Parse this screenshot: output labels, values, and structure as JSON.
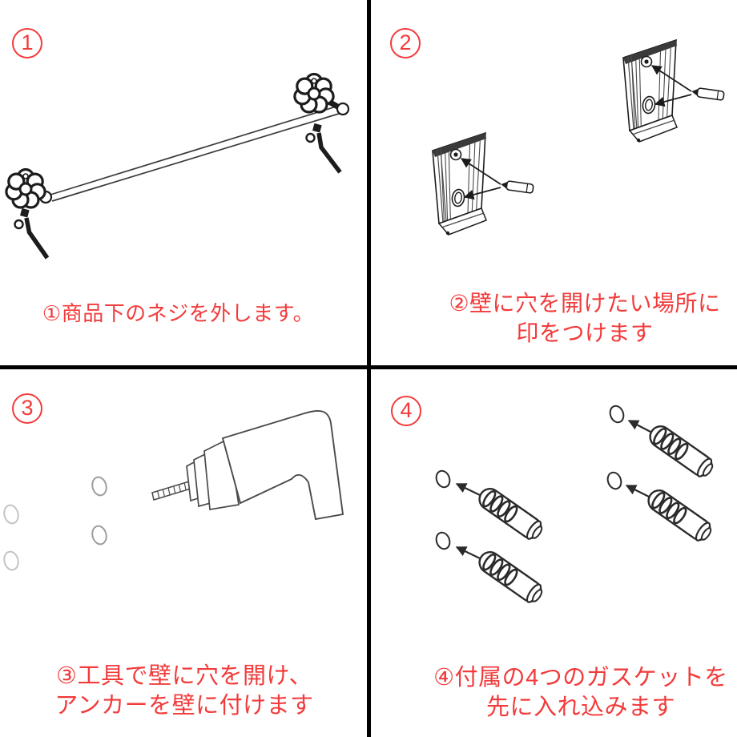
{
  "colors": {
    "background": "#ffffff",
    "divider": "#000000",
    "accent_red": "#f23b3b",
    "ink": "#1c1c1c",
    "ink_mid": "#3a3a3a",
    "ink_light": "#4a4a4a",
    "faint_light": "#c4c4c4",
    "faint_dark": "#9e9e9e"
  },
  "steps": [
    {
      "badge": "1",
      "caption_lines": [
        "①商品下のネジを外します。"
      ],
      "illustration": "towel-bar-with-hex-keys"
    },
    {
      "badge": "2",
      "caption_lines": [
        "②壁に穴を開けたい場所に",
        "印をつけます"
      ],
      "illustration": "wall-brackets-marked-with-pen"
    },
    {
      "badge": "3",
      "caption_lines": [
        "③工具で壁に穴を開け、",
        "アンカーを壁に付けます"
      ],
      "illustration": "drill-making-wall-holes"
    },
    {
      "badge": "4",
      "caption_lines": [
        "④付属の4つのガスケットを",
        "先に入れ込みます"
      ],
      "illustration": "four-wall-anchors-into-holes"
    }
  ]
}
